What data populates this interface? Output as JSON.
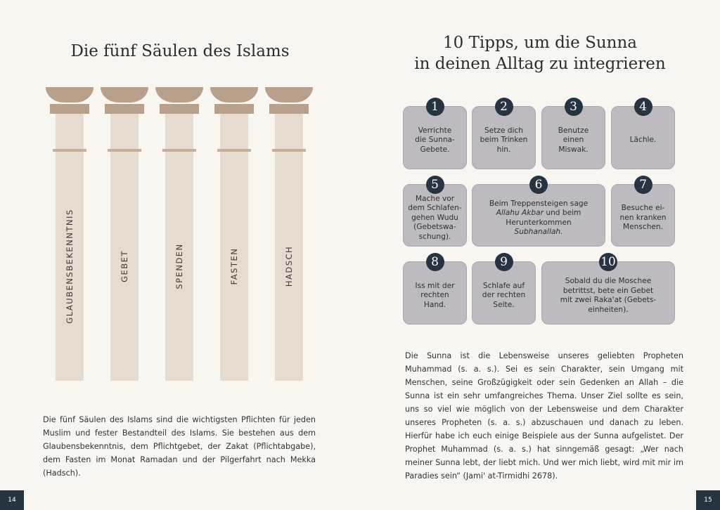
{
  "left": {
    "title": "Die fünf Säulen des Islams",
    "pillars": [
      "GLAUBENSBEKENNTNIS",
      "GEBET",
      "SPENDEN",
      "FASTEN",
      "HADSCH"
    ],
    "paragraph": "Die fünf Säulen des Islams sind die wichtigsten Pflichten für jeden Muslim und fester Bestandteil des Islams. Sie bestehen aus dem Glaubensbekenntnis, dem Pflichtgebet, der Zakat (Pflichtabgabe), dem Fasten im Monat Ramadan und der Pilgerfahrt nach Mekka (Hadsch).",
    "page_number": "14"
  },
  "right": {
    "title_line1": "10 Tipps, um die Sunna",
    "title_line2": "in deinen Alltag zu integrieren",
    "tips": [
      {
        "num": "1",
        "lines": [
          "Verrichte",
          "die Sunna-",
          "Gebete."
        ]
      },
      {
        "num": "2",
        "lines": [
          "Setze dich",
          "beim Trinken",
          "hin."
        ]
      },
      {
        "num": "3",
        "lines": [
          "Benutze",
          "einen",
          "Miswak."
        ]
      },
      {
        "num": "4",
        "lines": [
          "Lächle."
        ]
      },
      {
        "num": "5",
        "lines": [
          "Mache vor",
          "dem Schlafen-",
          "gehen Wudu",
          "(Gebetswa-",
          "schung)."
        ]
      },
      {
        "num": "6",
        "line1": "Beim Treppensteigen sage",
        "line2_italic": "Allahu Akbar",
        "line2_rest": " und beim",
        "line3": "Herunterkommen",
        "line4_italic": "Subhanallah."
      },
      {
        "num": "7",
        "lines": [
          "Besuche ei-",
          "nen kranken",
          "Menschen."
        ]
      },
      {
        "num": "8",
        "lines": [
          "Iss mit der",
          "rechten",
          "Hand."
        ]
      },
      {
        "num": "9",
        "lines": [
          "Schlafe auf",
          "der rechten",
          "Seite."
        ]
      },
      {
        "num": "10",
        "lines": [
          "Sobald du die Moschee",
          "betrittst, bete ein Gebet",
          "mit zwei Raka'at (Gebets-",
          "einheiten)."
        ]
      }
    ],
    "paragraph": "Die Sunna ist die Lebensweise unseres geliebten Propheten Muhammad (s. a. s.). Sei es sein Charakter, sein Umgang mit Menschen, seine Großzügigkeit oder sein Gedenken an Allah – die Sunna ist ein sehr umfangreiches Thema. Unser Ziel sollte es sein, uns so viel wie möglich von der Lebensweise und dem Charakter unseres Propheten (s. a. s.) abzuschauen und danach zu leben. Hierfür habe ich euch einige Beispiele aus der Sunna aufgelistet. Der Prophet Muhammad (s. a. s.) hat sinngemäß gesagt: „Wer nach meiner Sunna lebt, der liebt mich. Und wer mich liebt, wird mit mir im Paradies sein“ (Jami' at-Tirmidhi 2678).",
    "page_number": "15"
  },
  "colors": {
    "background": "#f8f6f1",
    "pillar_capital": "#b9a08b",
    "pillar_shaft": "#e5dbcf",
    "tip_box": "#bdbbc0",
    "number_circle": "#263340"
  }
}
